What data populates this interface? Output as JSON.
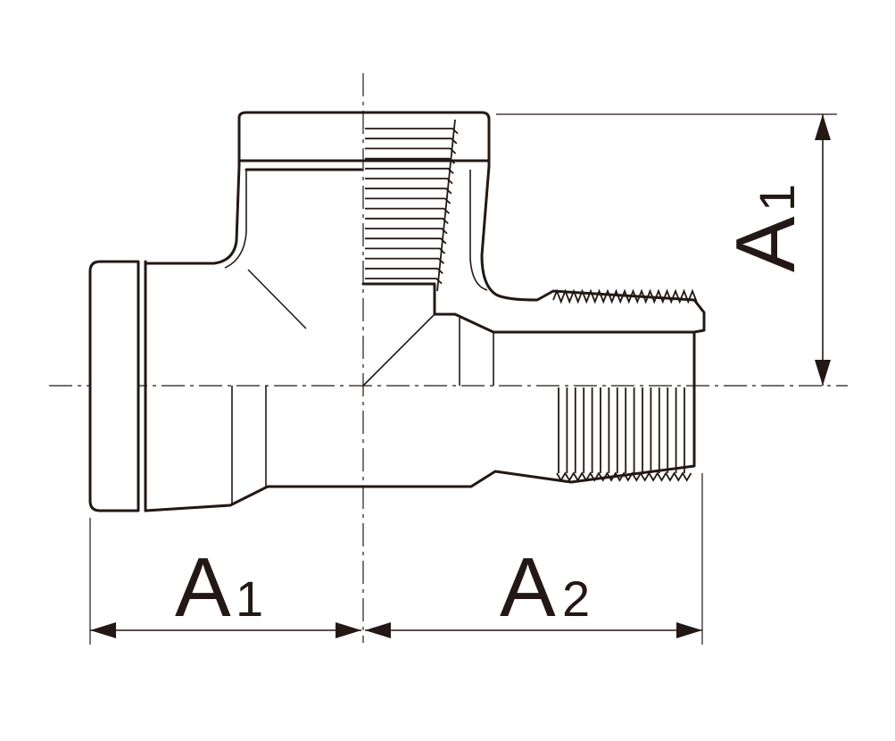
{
  "drawing": {
    "ink_color": "#231815",
    "background_color": "#ffffff",
    "dimensions": {
      "left_horizontal": {
        "letter": "A",
        "index": "1"
      },
      "right_horizontal": {
        "letter": "A",
        "index": "2"
      },
      "vertical": {
        "letter": "A",
        "index": "1"
      }
    }
  }
}
